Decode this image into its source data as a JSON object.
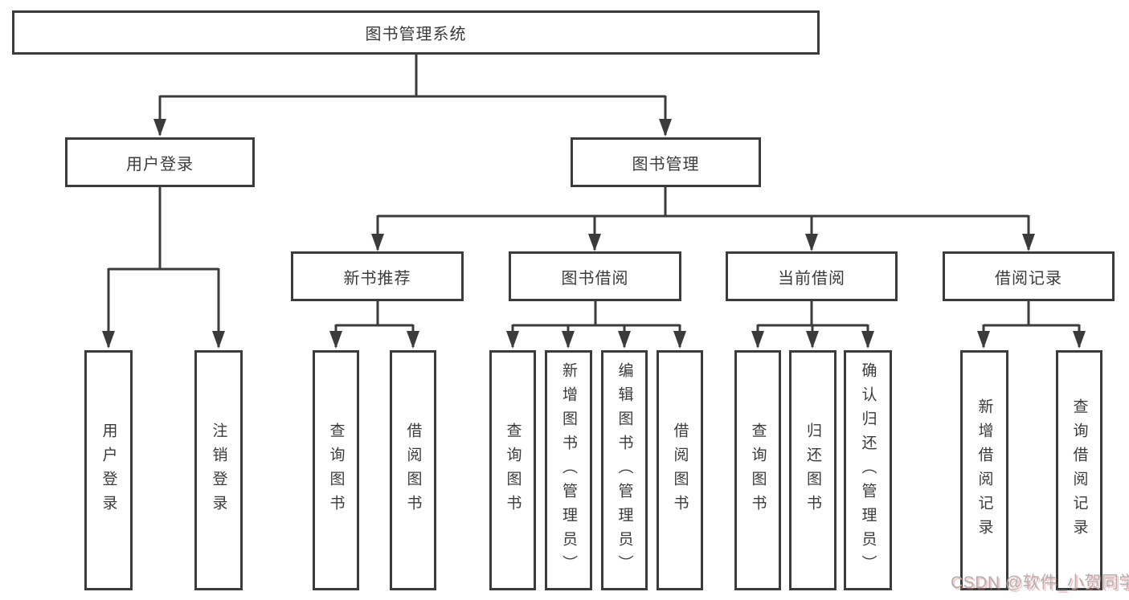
{
  "colors": {
    "background": "#ffffff",
    "line": "#3b3b3b",
    "border": "#3b3b3b",
    "text": "#3b3b3b",
    "watermark": "#b0b0b0"
  },
  "nodes": {
    "root": "图书管理系统",
    "user_login": "用户登录",
    "book_management": "图书管理",
    "new_book_recommend": "新书推荐",
    "book_borrow": "图书借阅",
    "current_borrow": "当前借阅",
    "borrow_records": "借阅记录",
    "leaf_user_login": "用户登录",
    "leaf_logout": "注销登录",
    "leaf_query_book_rec": "查询图书",
    "leaf_borrow_book_rec": "借阅图书",
    "leaf_query_book_borrow": "查询图书",
    "leaf_add_book_admin": "新增图书（管理员）",
    "leaf_edit_book_admin": "编辑图书（管理员）",
    "leaf_borrow_book_borrow": "借阅图书",
    "leaf_query_book_current": "查询图书",
    "leaf_return_book": "归还图书",
    "leaf_confirm_return_admin": "确认归还（管理员）",
    "leaf_add_borrow_record": "新增借阅记录",
    "leaf_query_borrow_record": "查询借阅记录"
  },
  "hierarchy": {
    "图书管理系统": {
      "用户登录": [
        "用户登录",
        "注销登录"
      ],
      "图书管理": {
        "新书推荐": [
          "查询图书",
          "借阅图书"
        ],
        "图书借阅": [
          "查询图书",
          "新增图书（管理员）",
          "编辑图书（管理员）",
          "借阅图书"
        ],
        "当前借阅": [
          "查询图书",
          "归还图书",
          "确认归还（管理员）"
        ],
        "借阅记录": [
          "新增借阅记录",
          "查询借阅记录"
        ]
      }
    }
  },
  "watermark": "CSDN @软件_小贺同学"
}
